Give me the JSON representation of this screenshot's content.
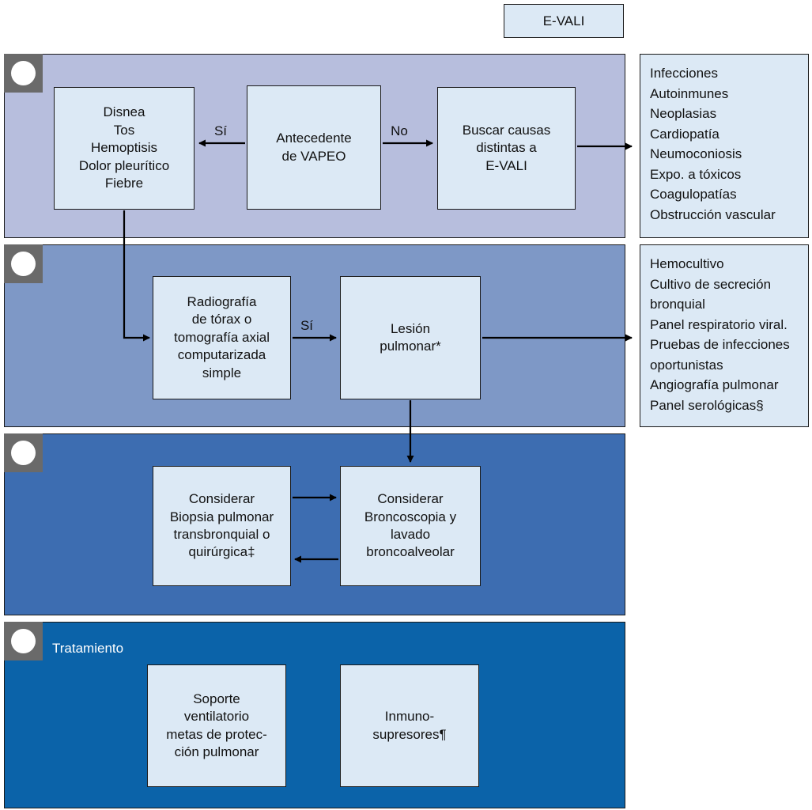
{
  "title": {
    "label": "E-VALI"
  },
  "colors": {
    "band1": "#b7bedd",
    "band2": "#7e98c6",
    "band3": "#3d6db1",
    "band4": "#0b63a9",
    "box_fill": "#dce9f5",
    "marker_square": "#6a6a6a",
    "border": "#1a1a1a",
    "arrow": "#000000"
  },
  "band1": {
    "symptoms_box": "Disnea\nTos\nHemoptisis\nDolor pleurítico\nFiebre",
    "antecedente_box": "Antecedente\nde VAPEO",
    "buscar_box": "Buscar causas\ndistintas a\nE-VALI",
    "arrow_yes_label": "Sí",
    "arrow_no_label": "No",
    "side_list": [
      "Infecciones",
      "Autoinmunes",
      "Neoplasias",
      "Cardiopatía",
      "Neumoconiosis",
      "Expo. a tóxicos",
      "Coagulopatías",
      "Obstrucción vascular"
    ]
  },
  "band2": {
    "radiografia_box": "Radiografía\nde tórax o\ntomografía axial\ncomputarizada\nsimple",
    "lesion_box": "Lesión\npulmonar*",
    "arrow_yes_label": "Sí",
    "side_list": [
      "Hemocultivo",
      "Cultivo de secreción bronquial",
      "Panel respiratorio viral.",
      "Pruebas de infecciones oportunistas",
      "Angiografía pulmonar",
      "Panel serológicas§"
    ]
  },
  "band3": {
    "biopsia_box": "Considerar\nBiopsia pulmonar\ntransbronquial o\nquirúrgica‡",
    "broncoscopia_box": "Considerar\nBroncoscopia y\nlavado\nbroncoalveolar"
  },
  "band4": {
    "heading": "Tratamiento",
    "soporte_box": "Soporte\nventilatorio\nmetas de protec-\nción pulmonar",
    "inmuno_box": "Inmuno-\nsupresores¶"
  }
}
